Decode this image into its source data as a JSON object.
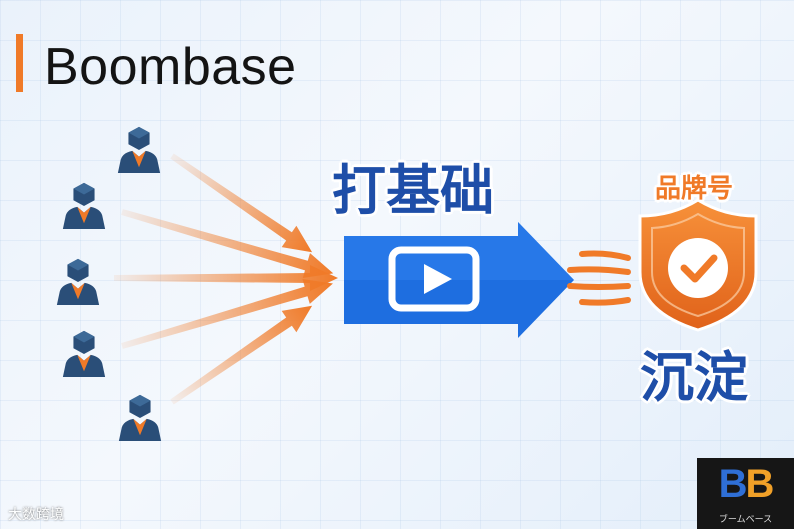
{
  "title": "Boombase",
  "labels": {
    "foundation": "打基础",
    "brand": "品牌号",
    "settle": "沉淀"
  },
  "watermark": "大数跨境",
  "logo": {
    "mark_left": "B",
    "mark_right": "B",
    "subtitle": "ブームベース"
  },
  "people_count": 5,
  "icons": [
    "person-icon",
    "play-icon",
    "shield-check-icon",
    "speed-lines-icon",
    "arrow-icon"
  ],
  "colors": {
    "accent_orange": "#f07a28",
    "primary_blue": "#1e6ee0",
    "title_text": "#141414",
    "label_blue": "#1e4ea8",
    "background": "#eef4fb"
  }
}
